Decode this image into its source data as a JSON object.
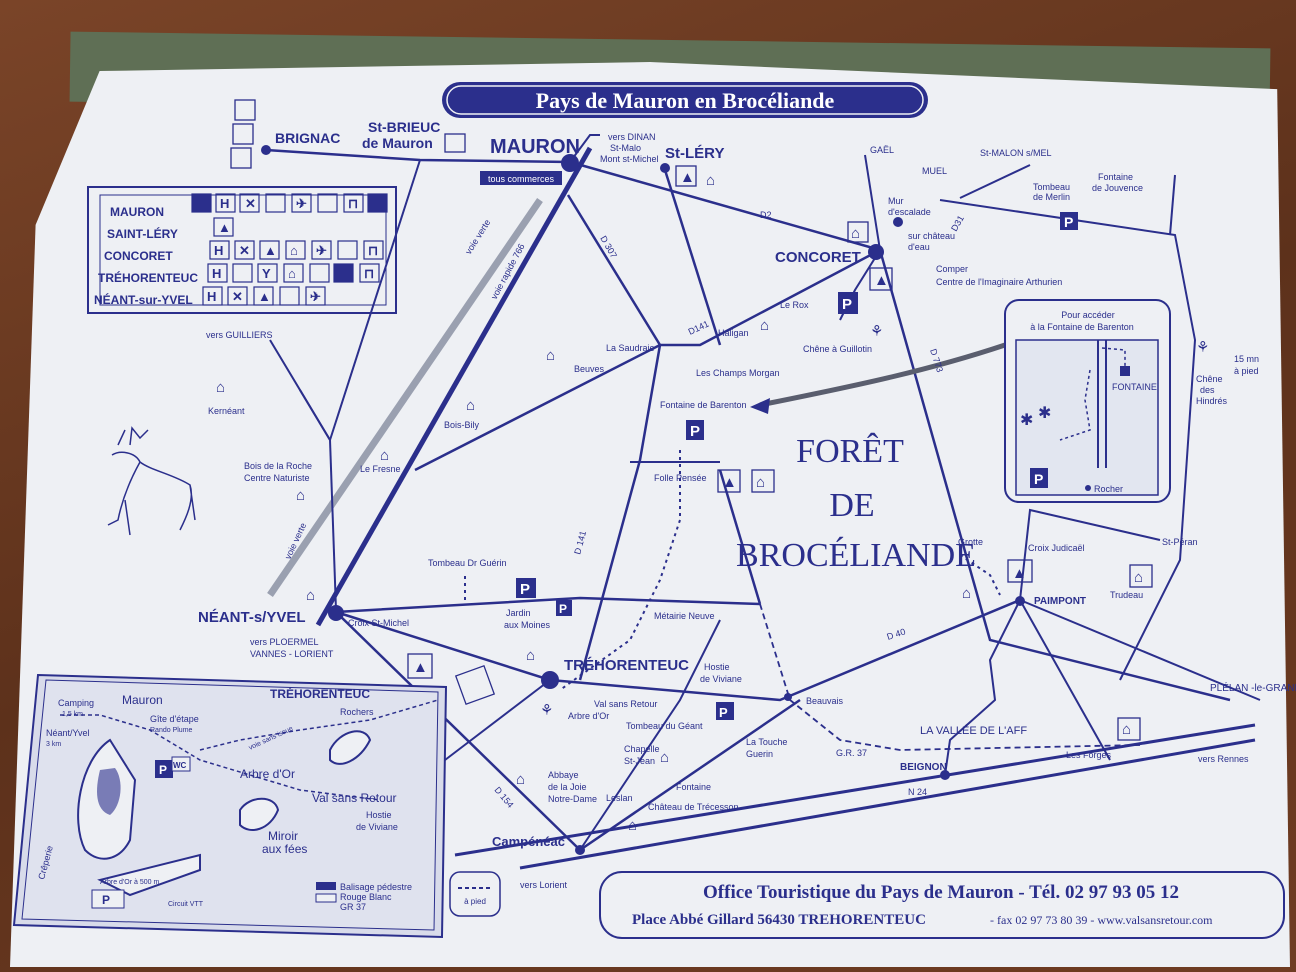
{
  "title": "Pays de Mauron en Brocéliande",
  "legend_table": {
    "rows": [
      "MAURON",
      "SAINT-LÉRY",
      "CONCORET",
      "TRÉHORENTEUC",
      "NÉANT-sur-YVEL"
    ]
  },
  "towns": {
    "brignac": "BRIGNAC",
    "st_brieuc_1": "St-BRIEUC",
    "st_brieuc_2": "de Mauron",
    "mauron": "MAURON",
    "st_lery": "St-LÉRY",
    "concoret": "CONCORET",
    "neant": "NÉANT-s/YVEL",
    "trehorenteuc": "TRÉHORENTEUC",
    "campeneac": "Campénéac",
    "paimpont": "PAIMPONT",
    "plelan": "PLÉLAN -le-GRAND",
    "beignon": "BEIGNON",
    "vallee": "LA VALLÉE DE L'AFF"
  },
  "places": {
    "vers_dinan": "vers DINAN",
    "st_malo": "St-Malo",
    "mont_st_michel": "Mont st-Michel",
    "tous_commerces": "tous commerces",
    "gael": "GAËL",
    "muel": "MUEL",
    "st_malon": "St-MALON s/MEL",
    "tombeau_merlin_1": "Tombeau",
    "tombeau_merlin_2": "de Merlin",
    "fontaine_jouvence_1": "Fontaine",
    "fontaine_jouvence_2": "de Jouvence",
    "mur_1": "Mur",
    "mur_2": "d'escalade",
    "chateau_1": "sur château",
    "chateau_2": "d'eau",
    "comper_1": "Comper",
    "comper_2": "Centre de l'Imaginaire Arthurien",
    "le_rox": "Le Rox",
    "haligan": "Haligan",
    "chene_guillotin": "Chêne à Guillotin",
    "la_saudraie": "La Saudraie",
    "beuves": "Beuves",
    "champs_morgan": "Les Champs Morgan",
    "fontaine_barenton": "Fontaine de Barenton",
    "vers_guilliers": "vers GUILLIERS",
    "kerneant": "Kernéant",
    "bois_bily": "Bois-Bily",
    "le_fresne": "Le Fresne",
    "bois_roche_1": "Bois de la Roche",
    "bois_roche_2": "Centre Naturiste",
    "folle_pensee": "Folle Pensée",
    "tombeau_guerin": "Tombeau Dr Guérin",
    "jardin_1": "Jardin",
    "jardin_2": "aux Moines",
    "metairie_neuve": "Métairie Neuve",
    "croix_st_michel": "Croix St-Michel",
    "vers_ploermel_1": "vers PLOERMEL",
    "vers_ploermel_2": "VANNES - LORIENT",
    "grotte": "Grotte",
    "croix_judicael": "Croix Judicaël",
    "st_peran": "St-Péran",
    "trudeau": "Trudeau",
    "chene_hindres_1": "Chêne",
    "chene_hindres_2": "des",
    "chene_hindres_3": "Hindrés",
    "a_pied_1": "15 mn",
    "a_pied_2": "à pied",
    "hostie_1": "Hostie",
    "hostie_2": "de Viviane",
    "val_sans_retour": "Val sans Retour",
    "arbre_dor": "Arbre d'Or",
    "tombeau_geant": "Tombeau du Géant",
    "touche_1": "La Touche",
    "touche_2": "Guerin",
    "beauvais": "Beauvais",
    "gr37": "G.R. 37",
    "chapelle_1": "Chapelle",
    "chapelle_2": "St-Jean",
    "fontaine": "Fontaine",
    "abbaye_1": "Abbaye",
    "abbaye_2": "de la Joie",
    "abbaye_3": "Notre-Dame",
    "leslan": "Leslan",
    "chateau_trecesson": "Château de Trécesson",
    "vers_lorient": "vers Lorient",
    "vers_rennes": "vers Rennes",
    "les_forges": "Les Forges"
  },
  "roads": {
    "d2": "D2",
    "d31": "D31",
    "d307": "D 307",
    "d141a": "D141",
    "d141b": "D 141",
    "d773": "D 773",
    "d40": "D 40",
    "d154": "D 154",
    "n24": "N 24",
    "voie_rapide": "voie rapide 766",
    "voie_verte_1": "voie verte",
    "voie_verte_2": "voie verte"
  },
  "forest": {
    "line1": "FORÊT",
    "line2": "DE",
    "line3": "BROCÉLIANDE"
  },
  "inset_barenton": {
    "title_1": "Pour accéder",
    "title_2": "à la Fontaine de Barenton",
    "fontaine": "FONTAINE",
    "rocher": "Rocher"
  },
  "inset_val": {
    "mauron": "Mauron",
    "camping_1": "Camping",
    "camping_2": "1,5 km",
    "neant_1": "Néant/Yvel",
    "neant_2": "3 km",
    "gite_1": "Gîte d'étape",
    "gite_2": "Rando Plume",
    "trehorenteuc": "TRÉHORENTEUC",
    "rochers": "Rochers",
    "voie_sans_issue": "voie sans issue",
    "arbre_dor": "Arbre d'Or",
    "val_sans_retour": "Val sans Retour",
    "hostie_1": "Hostie",
    "hostie_2": "de Viviane",
    "miroir_1": "Miroir",
    "miroir_2": "aux fées",
    "creperie": "Crêperie",
    "arbre_500": "Arbre d'Or à 500 m",
    "circuit_vtt": "Circuit VTT",
    "balisage_1": "Balisage pédestre",
    "balisage_2": "Rouge Blanc",
    "balisage_3": "GR 37",
    "wc": "WC"
  },
  "legend_pied": "à pied",
  "office": {
    "line1": "Office Touristique du Pays de Mauron - Tél. 02 97 93 05 12",
    "line2a": "Place Abbé Gillard 56430 TREHORENTEUC",
    "line2b": "- fax 02 97 73 80 39 - www.valsansretour.com"
  },
  "colors": {
    "ink": "#2b2f8c",
    "paper": "#eef0f4"
  }
}
